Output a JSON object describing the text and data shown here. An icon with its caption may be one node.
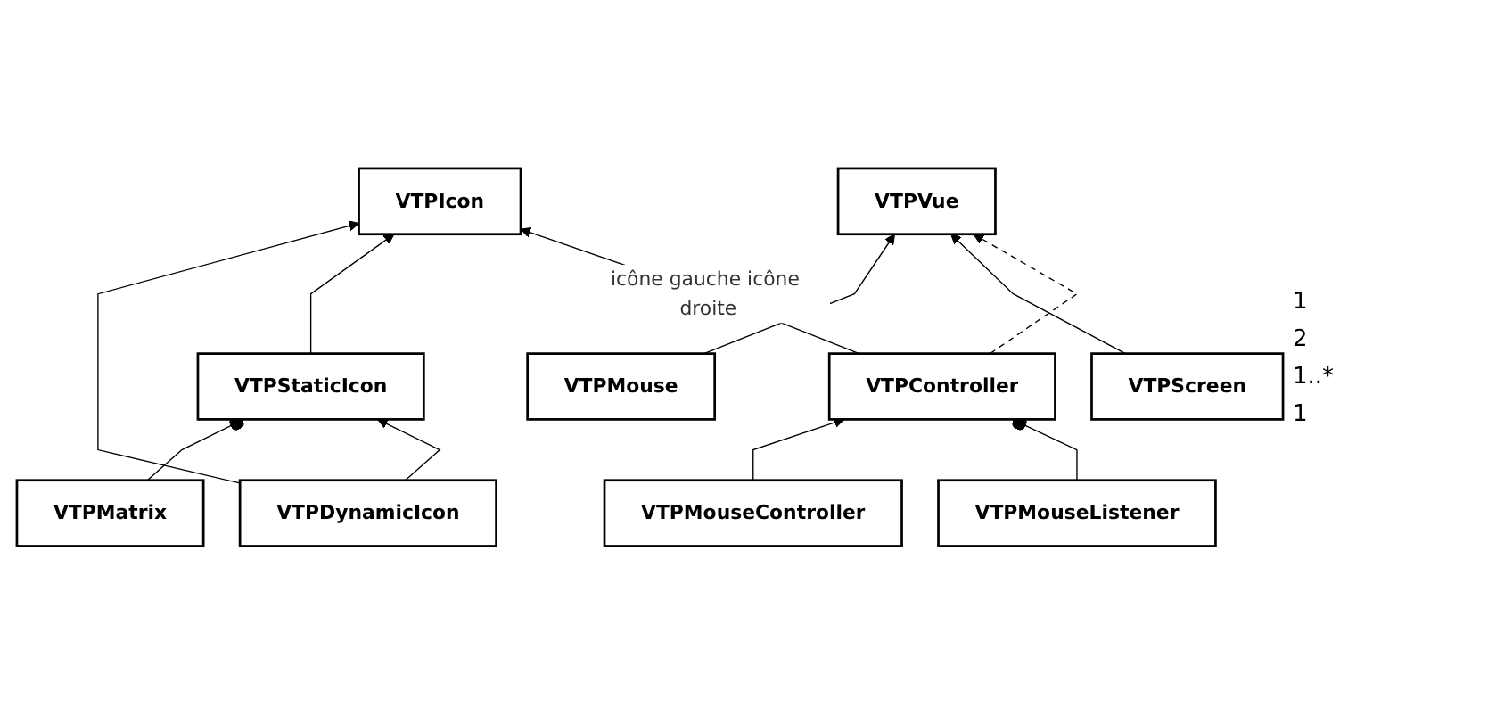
{
  "diagram": {
    "nodes": [
      {
        "text": [
          "VTPMouseListener"
        ]
      },
      {
        "text": [
          "VTPIcon"
        ]
      },
      {
        "text": [
          "VTPController"
        ]
      },
      {
        "text": [
          "VTPVue"
        ]
      },
      {
        "text": [
          "VTPStaticIcon"
        ]
      },
      {
        "text": [
          "VTPDynamicIcon"
        ]
      },
      {
        "text": [
          "VTPScreen"
        ]
      },
      {
        "text": [
          "VTPMouse"
        ]
      },
      {
        "text": [
          "VTPMatrix"
        ]
      },
      {
        "text": [
          "VTPMouseController"
        ]
      }
    ],
    "edges": [
      {
        "from": 0,
        "to": 2,
        "arrow": "other"
      },
      {
        "from": 2,
        "to": 1,
        "arrow": "to",
        "label": "icône gauche icône droite"
      },
      {
        "from": 2,
        "to": 3,
        "arrow": "to",
        "style": "dashed"
      },
      {
        "from": 4,
        "to": 1,
        "arrow": "to"
      },
      {
        "from": 5,
        "to": 1,
        "arrow": "to"
      },
      {
        "from": 9,
        "to": 2,
        "arrow": "to"
      },
      {
        "from": 5,
        "to": 4,
        "arrow": "to"
      },
      {
        "from": 6,
        "to": 3,
        "arrow": "to"
      },
      {
        "from": 7,
        "to": 3,
        "arrow": "to"
      },
      {
        "from": 8,
        "to": 4,
        "arrow": "other"
      }
    ],
    "labels": [
      "1",
      "2",
      "1..*",
      "1"
    ]
  }
}
